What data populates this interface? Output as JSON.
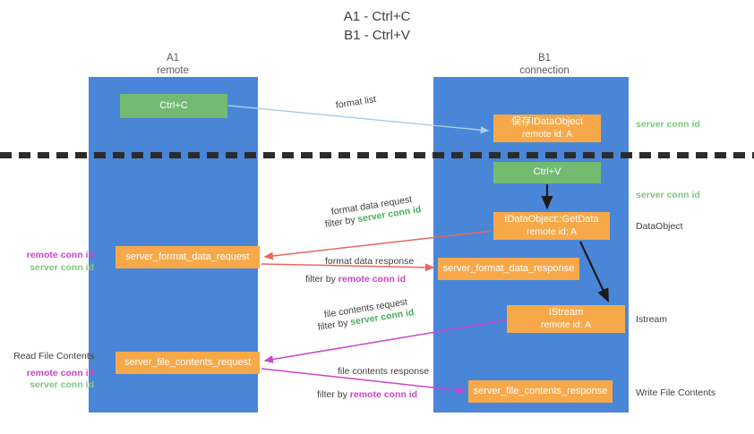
{
  "title": {
    "line1": "A1 - Ctrl+C",
    "line2": "B1 - Ctrl+V"
  },
  "columns": [
    {
      "id": "a1",
      "name": "A1",
      "role": "remote",
      "color": "#4a86d8"
    },
    {
      "id": "b1",
      "name": "B1",
      "role": "connection",
      "color": "#4a86d8"
    }
  ],
  "nodes": {
    "ctrl_c": {
      "line1": "Ctrl+C",
      "line2": "",
      "color": "#73bb71"
    },
    "save_dataobj": {
      "line1": "保存IDataObject",
      "line2": "remote id: A",
      "color": "#f7a94a"
    },
    "ctrl_v": {
      "line1": "Ctrl+V",
      "line2": "",
      "color": "#73bb71"
    },
    "getdata": {
      "line1": "IDataObject::GetData",
      "line2": "remote id: A",
      "color": "#f7a94a"
    },
    "fmt_req": {
      "line1": "server_format_data_request",
      "line2": "",
      "color": "#f7a94a"
    },
    "fmt_resp": {
      "line1": "server_format_data_response",
      "line2": "",
      "color": "#f7a94a"
    },
    "istream": {
      "line1": "IStream",
      "line2": "remote id: A",
      "color": "#f7a94a"
    },
    "file_req": {
      "line1": "server_file_contents_request",
      "line2": "",
      "color": "#f7a94a"
    },
    "file_resp": {
      "line1": "server_file_contents_response",
      "line2": "",
      "color": "#f7a94a"
    }
  },
  "edge_labels": {
    "format_list": "format list",
    "format_data_request": "format data request",
    "format_data_request_filter_prefix": "filter by ",
    "format_data_request_filter_value": "server conn id",
    "format_data_response": "format data response",
    "format_data_response_filter_prefix": "filter by ",
    "format_data_response_filter_value": "remote conn id",
    "file_contents_request": "file contents request",
    "file_contents_request_filter_prefix": "filter by ",
    "file_contents_request_filter_value": "server conn id",
    "file_contents_response": "file contents response",
    "file_contents_response_filter_prefix": "filter by ",
    "file_contents_response_filter_value": "remote conn id"
  },
  "side_annotations": {
    "left_block_1": {
      "remote": "remote conn id",
      "server": "server conn id"
    },
    "left_block_2": {
      "heading": "Read File Contents",
      "remote": "remote conn id",
      "server": "server conn id"
    }
  },
  "right_labels": {
    "server_conn_id_top": "server conn id",
    "server_conn_id_mid": "server conn id",
    "dataobject": "DataObject",
    "istream": "Istream",
    "write_file_contents": "Write File Contents"
  },
  "colors": {
    "lane_blue": "#4a86d8",
    "node_green": "#73bb71",
    "node_orange": "#f7a94a",
    "arrow_lightblue": "#a8cce8",
    "arrow_red": "#e8685d",
    "arrow_magenta": "#cc44cc",
    "arrow_black": "#1a1a1a",
    "text_green": "#7ec87e",
    "separator": "#2b2b2b"
  }
}
